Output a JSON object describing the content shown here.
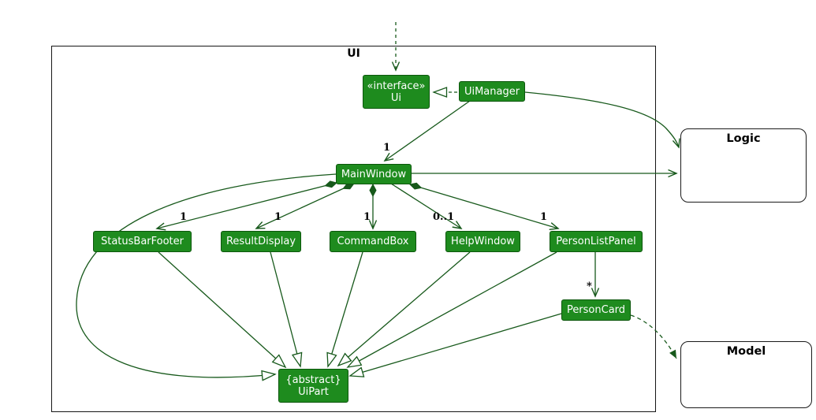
{
  "diagram": {
    "type": "uml-class-diagram",
    "frame_label": "UI",
    "classes": {
      "ui_interface": {
        "stereotype": "«interface»",
        "name": "Ui"
      },
      "ui_manager": {
        "name": "UiManager"
      },
      "main_window": {
        "name": "MainWindow"
      },
      "status_bar_footer": {
        "name": "StatusBarFooter"
      },
      "result_display": {
        "name": "ResultDisplay"
      },
      "command_box": {
        "name": "CommandBox"
      },
      "help_window": {
        "name": "HelpWindow"
      },
      "person_list_panel": {
        "name": "PersonListPanel"
      },
      "person_card": {
        "name": "PersonCard"
      },
      "ui_part": {
        "modifier": "{abstract}",
        "name": "UiPart"
      },
      "logic": {
        "name": "Logic"
      },
      "model": {
        "name": "Model"
      }
    },
    "multiplicities": {
      "main_window": "1",
      "status_bar_footer": "1",
      "result_display": "1",
      "command_box": "1",
      "help_window": "0..1",
      "person_list_panel": "1",
      "person_card": "*"
    },
    "edges": [
      {
        "id": "incoming-dependency-ui",
        "type": "dependency",
        "from": "",
        "to": "ui_interface",
        "style": "dashed"
      },
      {
        "id": "uimanager-implements-ui",
        "type": "realization",
        "from": "ui_manager",
        "to": "ui_interface",
        "style": "dashed"
      },
      {
        "id": "uimanager-mainwindow",
        "type": "association",
        "from": "ui_manager",
        "to": "main_window",
        "target_multiplicity": "1"
      },
      {
        "id": "uimanager-logic",
        "type": "association",
        "from": "ui_manager",
        "to": "logic"
      },
      {
        "id": "mainwindow-logic",
        "type": "association",
        "from": "main_window",
        "to": "logic"
      },
      {
        "id": "mainwindow-statusbarfooter",
        "type": "composition",
        "from": "main_window",
        "to": "status_bar_footer",
        "target_multiplicity": "1"
      },
      {
        "id": "mainwindow-resultdisplay",
        "type": "composition",
        "from": "main_window",
        "to": "result_display",
        "target_multiplicity": "1"
      },
      {
        "id": "mainwindow-commandbox",
        "type": "composition",
        "from": "main_window",
        "to": "command_box",
        "target_multiplicity": "1"
      },
      {
        "id": "mainwindow-helpwindow",
        "type": "association",
        "from": "main_window",
        "to": "help_window",
        "target_multiplicity": "0..1"
      },
      {
        "id": "mainwindow-personlistpanel",
        "type": "composition",
        "from": "main_window",
        "to": "person_list_panel",
        "target_multiplicity": "1"
      },
      {
        "id": "personlistpanel-personcard",
        "type": "association",
        "from": "person_list_panel",
        "to": "person_card",
        "target_multiplicity": "*"
      },
      {
        "id": "personcard-model",
        "type": "dependency",
        "from": "person_card",
        "to": "model",
        "style": "dashed"
      },
      {
        "id": "mainwindow-uipart",
        "type": "inheritance",
        "from": "main_window",
        "to": "ui_part"
      },
      {
        "id": "statusbarfooter-uipart",
        "type": "inheritance",
        "from": "status_bar_footer",
        "to": "ui_part"
      },
      {
        "id": "resultdisplay-uipart",
        "type": "inheritance",
        "from": "result_display",
        "to": "ui_part"
      },
      {
        "id": "commandbox-uipart",
        "type": "inheritance",
        "from": "command_box",
        "to": "ui_part"
      },
      {
        "id": "helpwindow-uipart",
        "type": "inheritance",
        "from": "help_window",
        "to": "ui_part"
      },
      {
        "id": "personlistpanel-uipart",
        "type": "inheritance",
        "from": "person_list_panel",
        "to": "ui_part"
      },
      {
        "id": "personcard-uipart",
        "type": "inheritance",
        "from": "person_card",
        "to": "ui_part"
      }
    ],
    "colors": {
      "class_fill": "#1e8b1e",
      "class_border": "#0c570c",
      "class_text": "#ffffff",
      "edge": "#17591b",
      "frame_border": "#161616",
      "component_border": "#1a1a1a",
      "component_fill": "#ffffff"
    }
  }
}
